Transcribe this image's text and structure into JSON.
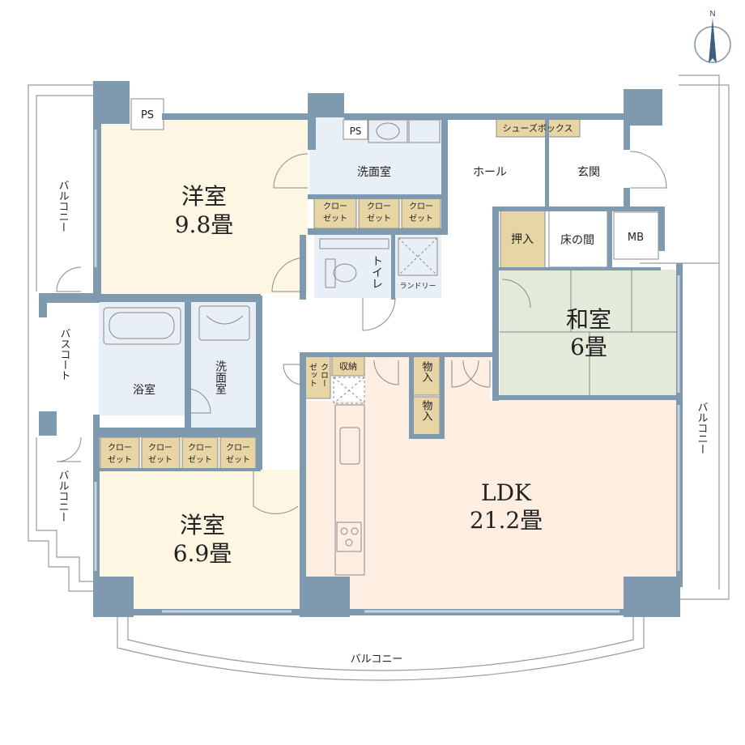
{
  "compass": {
    "north": "N"
  },
  "rooms": {
    "western1": {
      "name": "洋室",
      "size": "9.8畳"
    },
    "western2": {
      "name": "洋室",
      "size": "6.9畳"
    },
    "japanese": {
      "name": "和室",
      "size": "6畳"
    },
    "ldk": {
      "name": "LDK",
      "size": "21.2畳"
    },
    "washroom1": "洗面室",
    "washroom2": "洗面室",
    "bath": "浴室",
    "toilet": "トイレ",
    "laundry": "ランドリー",
    "hall": "ホール",
    "entrance": "玄関",
    "tokonoma": "床の間",
    "oshiire": "押入",
    "mb": "MB",
    "ps1": "PS",
    "ps2": "PS",
    "shoebox": "シューズボックス",
    "storage": "収納",
    "monoire1": "物入",
    "monoire2": "物入",
    "closet_top": "クロー",
    "closet_bottom": "ゼット"
  },
  "balconies": {
    "left_top": "バルコニー",
    "left_bottom": "バルコニー",
    "bath_court": "バスコート",
    "right": "バルコニー",
    "bottom": "バルコニー"
  },
  "colors": {
    "wall": "#7f99ae",
    "western": "#fcf6e3",
    "japanese": "#e3ead9",
    "ldk": "#fdeee1",
    "wet": "#e9eff7",
    "storage": "#e8d5a6",
    "line": "#8a8a8a"
  }
}
